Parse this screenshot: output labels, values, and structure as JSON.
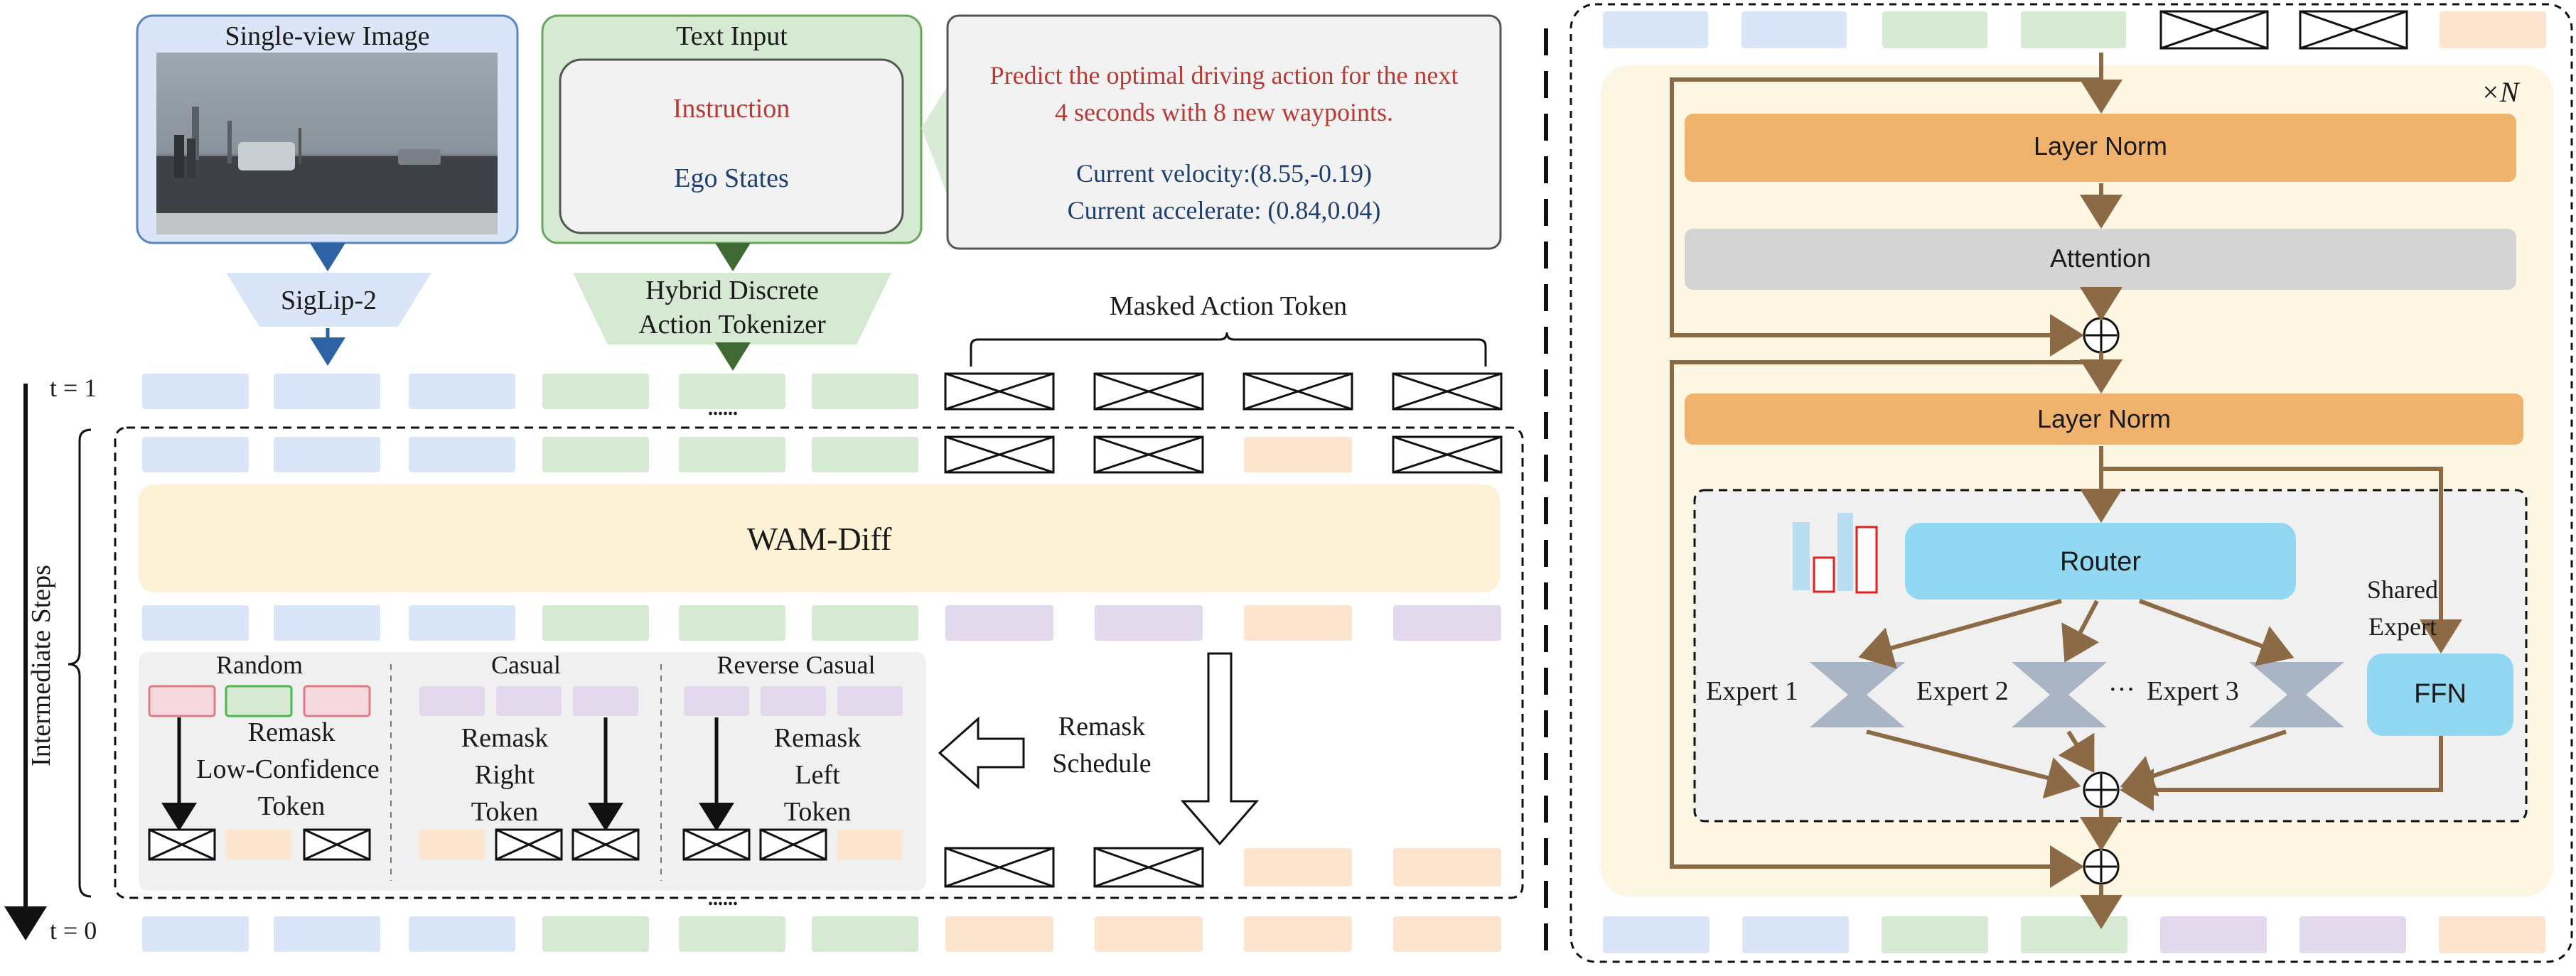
{
  "colors": {
    "image_token": "#dae6f8",
    "text_token": "#d6e9d3",
    "action_token": "#fde4cf",
    "purple_token": "#e2d9ec",
    "wam_diff": "#fdf2d6",
    "layer_norm": "#f0b36e",
    "attention": "#d4d4d4",
    "router": "#93d8f2",
    "expert": "#a9b4c4",
    "arrow_blue": "#2d63a4",
    "arrow_green": "#3f6a34",
    "arrow_brown": "#8b6a45",
    "panel_bg": "#fdf6e3"
  },
  "left": {
    "image_box": {
      "title": "Single-view Image"
    },
    "text_input": {
      "title": "Text Input",
      "instruction": "Instruction",
      "ego_states": "Ego States"
    },
    "callout": {
      "line1": "Predict the optimal driving action for the next",
      "line2": "4 seconds with 8 new waypoints.",
      "line3": "Current velocity:(8.55,-0.19)",
      "line4": "Current accelerate: (0.84,0.04)"
    },
    "siglip": "SigLip-2",
    "tokenizer": {
      "line1": "Hybrid Discrete",
      "line2": "Action Tokenizer"
    },
    "masked_action_token": "Masked Action Token",
    "t1": "t = 1",
    "t0": "t = 0",
    "dots": "......",
    "intermediate_steps": "Intermediate Steps",
    "wam_diff": "WAM-Diff",
    "remask_schedule": {
      "line1": "Remask",
      "line2": "Schedule"
    },
    "strategies": [
      {
        "title": "Random",
        "line1": "Remask",
        "line2": "Low-Confidence",
        "line3": "Token"
      },
      {
        "title": "Casual",
        "line1": "Remask",
        "line2": "Right",
        "line3": "Token"
      },
      {
        "title": "Reverse Casual",
        "line1": "Remask",
        "line2": "Left",
        "line3": "Token"
      }
    ]
  },
  "right": {
    "repeat": "×N",
    "layer_norm_1": "Layer Norm",
    "attention": "Attention",
    "layer_norm_2": "Layer Norm",
    "router": "Router",
    "shared_expert": {
      "line1": "Shared",
      "line2": "Expert"
    },
    "experts": [
      "Expert 1",
      "Expert 2",
      "Expert 3"
    ],
    "ellipsis": "···",
    "ffn": "FFN",
    "plus": "⊕"
  }
}
